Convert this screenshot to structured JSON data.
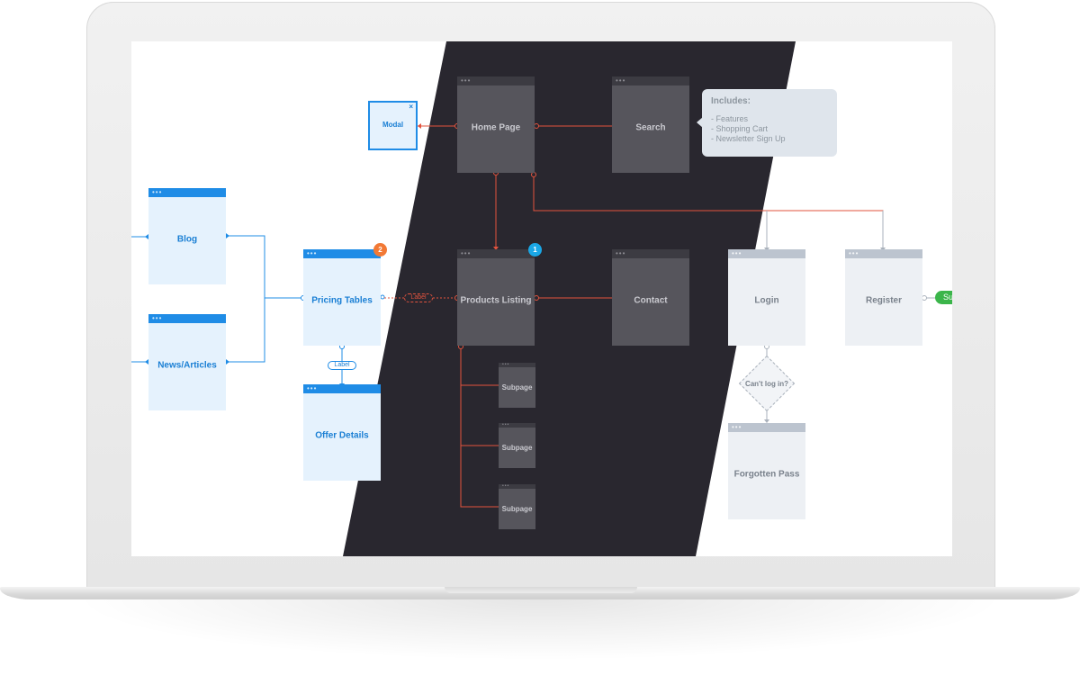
{
  "modal": {
    "label": "Modal",
    "close": "×"
  },
  "note": {
    "title": "Includes:",
    "items": [
      "- Features",
      "- Shopping Cart",
      "- Newsletter Sign Up"
    ]
  },
  "cards": {
    "blog": "Blog",
    "news_articles": "News/Articles",
    "pricing_tables": "Pricing Tables",
    "offer_details": "Offer Details",
    "home_page": "Home Page",
    "search": "Search",
    "products_listing": "Products Listing",
    "contact": "Contact",
    "subpage_1": "Subpage",
    "subpage_2": "Subpage",
    "subpage_3": "Subpage",
    "login": "Login",
    "register": "Register",
    "forgotten_pass": "Forgotten Pass"
  },
  "card_dots": "•••",
  "badges": {
    "orange": "2",
    "cyan": "1"
  },
  "labels": {
    "blue_label": "Label",
    "red_label": "Label",
    "green_partial": "Su"
  },
  "decision": {
    "text": "Can't log in?"
  },
  "colors": {
    "accent_blue": "#1f8ce6",
    "connector_red": "#e2533e",
    "dark_band": "#29272f",
    "badge_orange": "#f27935",
    "badge_cyan": "#1aa7e6",
    "success_green": "#3bb54a"
  }
}
